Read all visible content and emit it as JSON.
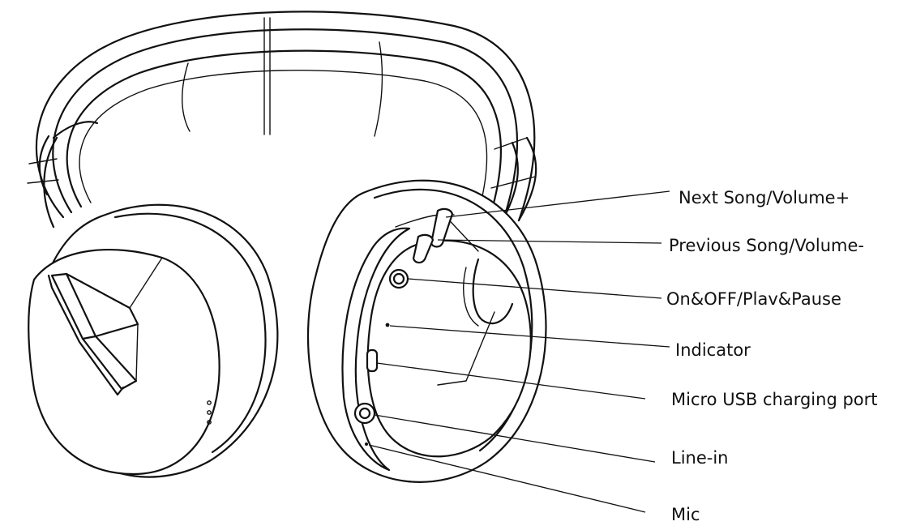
{
  "labels": {
    "next_song": "Next Song/Volume+",
    "previous_song": "Previous Song/Volume-",
    "on_off": "On&OFF/Plav&Pause",
    "indicator": "Indicator",
    "micro_usb": "Micro USB charging port",
    "line_in": "Line-in",
    "mic": "Mic"
  },
  "colors": {
    "ink": "#111111",
    "background": "#ffffff"
  }
}
